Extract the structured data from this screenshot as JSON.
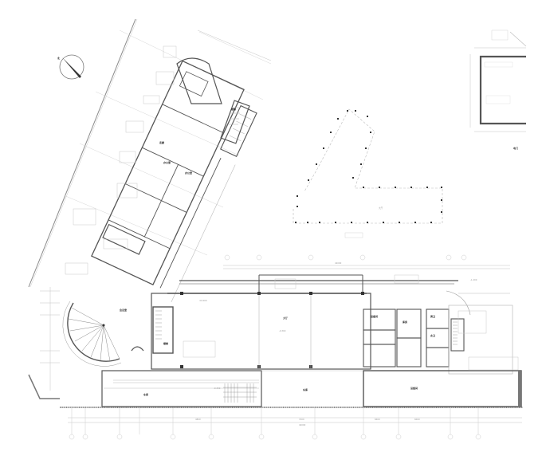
{
  "drawing": {
    "type": "architectural floor plan (CAD)",
    "background": "#ffffff",
    "line_color": "#555555",
    "annotation_color": "#9a9a9a",
    "north_arrow": {
      "label": "北",
      "icon": "north-arrow-icon"
    },
    "legend_label": "电门",
    "views": [
      {
        "name": "main-building-plan",
        "description": "L-shaped main building with angled wing, spiral stair, central hall, office rooms and stair cores"
      },
      {
        "name": "key-plan",
        "description": "Small L-shaped outline key plan with column dots"
      },
      {
        "name": "detail-room-plan",
        "description": "Partial room plan at top-right with thick walls"
      }
    ],
    "rooms": [
      {
        "id": "hall",
        "label": "大厅"
      },
      {
        "id": "corridor",
        "label": "走廊"
      },
      {
        "id": "office-1",
        "label": "办公室"
      },
      {
        "id": "office-2",
        "label": "办公室"
      },
      {
        "id": "meeting",
        "label": "会议室"
      },
      {
        "id": "stair-1",
        "label": "楼梯"
      },
      {
        "id": "stair-2",
        "label": "楼梯"
      },
      {
        "id": "toilet-m",
        "label": "男卫"
      },
      {
        "id": "toilet-f",
        "label": "女卫"
      },
      {
        "id": "equipment",
        "label": "设备间"
      },
      {
        "id": "storage",
        "label": "库房"
      },
      {
        "id": "parking",
        "label": "车库"
      }
    ],
    "elevation_marks": [
      "-0.300",
      "±0.000",
      "-0.450",
      "-1.200"
    ],
    "dimension_labels": [
      "3000",
      "2400",
      "1800",
      "4800",
      "3600",
      "7200",
      "8400",
      "6000",
      "42000"
    ]
  }
}
